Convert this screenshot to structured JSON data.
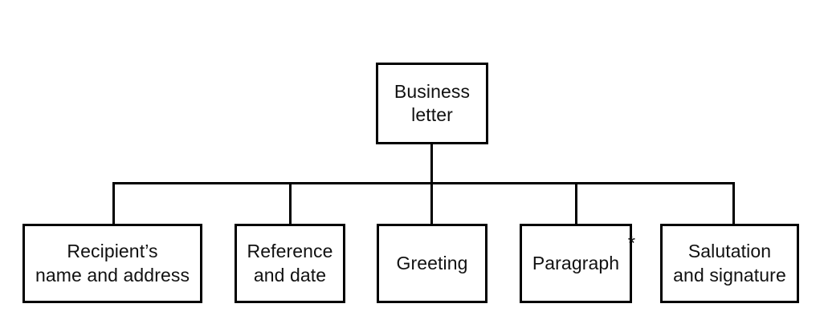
{
  "diagram": {
    "type": "tree-hierarchy",
    "orientation": "top-down",
    "background_color": "#ffffff",
    "line_color": "#000000",
    "box_border_color": "#000000",
    "box_fill_color": "#ffffff",
    "root": {
      "label": "Business\nletter"
    },
    "children": [
      {
        "label": "Recipient’s\nname and address"
      },
      {
        "label": "Reference\nand date"
      },
      {
        "label": "Greeting"
      },
      {
        "label": "Paragraph",
        "footnote_marker": "*"
      },
      {
        "label": "Salutation\nand signature"
      }
    ]
  }
}
